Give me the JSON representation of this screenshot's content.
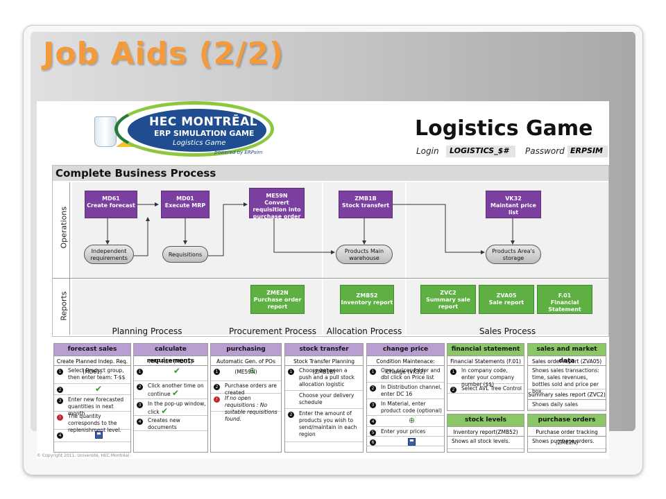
{
  "slide": {
    "title": "Job Aids (2/2)"
  },
  "logo": {
    "line1": "HEC MONTRĒAL",
    "line2": "ERP SIMULATION GAME",
    "line3": "Logistics Game",
    "powered": "powered by ERPsim"
  },
  "header": {
    "game_title": "Logistics Game",
    "login_label": "Login",
    "login_value": "LOGISTICS_$#",
    "password_label": "Password",
    "password_value": "ERPSIM"
  },
  "process": {
    "title": "Complete Business Process",
    "lanes": {
      "operations": "Operations",
      "reports": "Reports"
    },
    "operations": [
      {
        "code": "MD61",
        "name": "Create forecast"
      },
      {
        "code": "MD01",
        "name": "Execute MRP"
      },
      {
        "code": "ME59N",
        "name": "Convert requisition into purchase order"
      },
      {
        "code": "ZMB1B",
        "name": "Stock transfert"
      },
      {
        "code": "VK32",
        "name": "Maintant price list"
      }
    ],
    "objects": {
      "independent": "Independent requirements",
      "requisitions": "Requisitions",
      "main_wh": "Products Main warehouse",
      "area": "Products Area's storage"
    },
    "reports": [
      {
        "code": "ZME2N",
        "name": "Purchase order report"
      },
      {
        "code": "ZMB52",
        "name": "Inventory report"
      },
      {
        "code": "ZVC2",
        "name": "Summary sale report"
      },
      {
        "code": "ZVA05",
        "name": "Sale report"
      },
      {
        "code": "F.01",
        "name": "Financial Statement"
      }
    ],
    "phases": {
      "planning": "Planning Process",
      "procurement": "Procurement Process",
      "allocation": "Allocation Process",
      "sales": "Sales Process"
    }
  },
  "cards": {
    "forecast": {
      "title": "forecast sales",
      "sub": "Create Planned Indep. Req. (MD61)",
      "r1": "Select Product group, then enter team: T-$$",
      "r3": "Enter new forecasted quantities in next month",
      "r3b": "The quantity corresponds to the replenishment level."
    },
    "calc": {
      "title": "calculate requirements",
      "sub": "MRP Run (MD01)",
      "r2": "Click another time on continue",
      "r3": "In the pop-up window, click",
      "r4": "Creates new documents"
    },
    "purch": {
      "title": "purchasing",
      "sub": "Automatic Gen. of POs (ME59N)",
      "r2": "Purchase orders are created",
      "r2b": "If no open requisitions : No suitable requisitions found."
    },
    "stock": {
      "title": "stock transfer",
      "sub": "Stock Transfer Planning (ZMB1B)",
      "r1": "Choose between a push and a pull stock allocation logistic",
      "r1b": "Choose your delivery schedule",
      "r2": "Enter the amount of products you wish to send/maintain in each region"
    },
    "price": {
      "title": "change price",
      "sub": "Condition Maintenace: Change (VK32)",
      "r1": "Open prices folder and dbl click on Price list",
      "r2": "In Distribution channel, enter DC 16",
      "r3": "In Material, enter product code (optional)",
      "r5": "Enter your prices"
    },
    "fin": {
      "title": "financial statement",
      "sub": "Financial Statements (F.01)",
      "r1": "In company code, enter your company number ($$)",
      "r2": "Select AVL Tree Control"
    },
    "sales": {
      "title": "sales and market data",
      "sub": "Sales order report (ZVA05)",
      "t1": "Shows sales transactions: time, sales revenues, bottles sold and price per box.",
      "sub2": "Summary sales report (ZVC2)",
      "t2": "Shows daily sales"
    },
    "stocklev": {
      "title": "stock levels",
      "sub": "Inventory report(ZMB52)",
      "t1": "Shows all stock levels."
    },
    "po": {
      "title": "purchase orders",
      "sub": "Purchase order tracking (ZME2N)",
      "t1": "Shows purchase orders."
    }
  },
  "footer": {
    "copyright": "© Copyright 2011, Université, HEC Montréal"
  }
}
